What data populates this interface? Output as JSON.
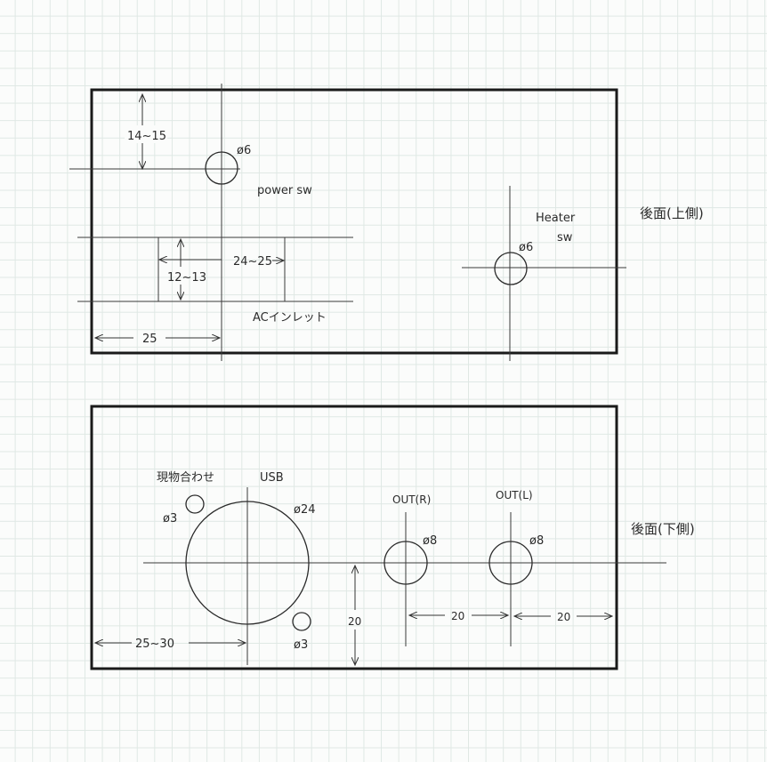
{
  "top_panel": {
    "side_label": "後面(上側)",
    "power_sw": {
      "label": "power sw",
      "diameter": "ø6"
    },
    "heater_sw": {
      "label_line1": "Heater",
      "label_line2": "sw",
      "diameter": "ø6"
    },
    "ac_inlet": {
      "label": "ACインレット"
    },
    "dims": {
      "top_to_switch": "14~15",
      "inlet_width": "24~25",
      "inlet_height": "12~13",
      "left_to_center": "25"
    }
  },
  "bottom_panel": {
    "side_label": "後面(下側)",
    "usb": {
      "label": "USB",
      "diameter": "ø24"
    },
    "mount_note": "現物合わせ",
    "small_hole_upper": {
      "diameter": "ø3"
    },
    "small_hole_lower": {
      "diameter": "ø3"
    },
    "out_r": {
      "label": "OUT(R)",
      "diameter": "ø8"
    },
    "out_l": {
      "label": "OUT(L)",
      "diameter": "ø8"
    },
    "dims": {
      "left_to_usb": "25~30",
      "bottom_to_center": "20",
      "r_to_l": "20",
      "l_to_right": "20"
    }
  }
}
